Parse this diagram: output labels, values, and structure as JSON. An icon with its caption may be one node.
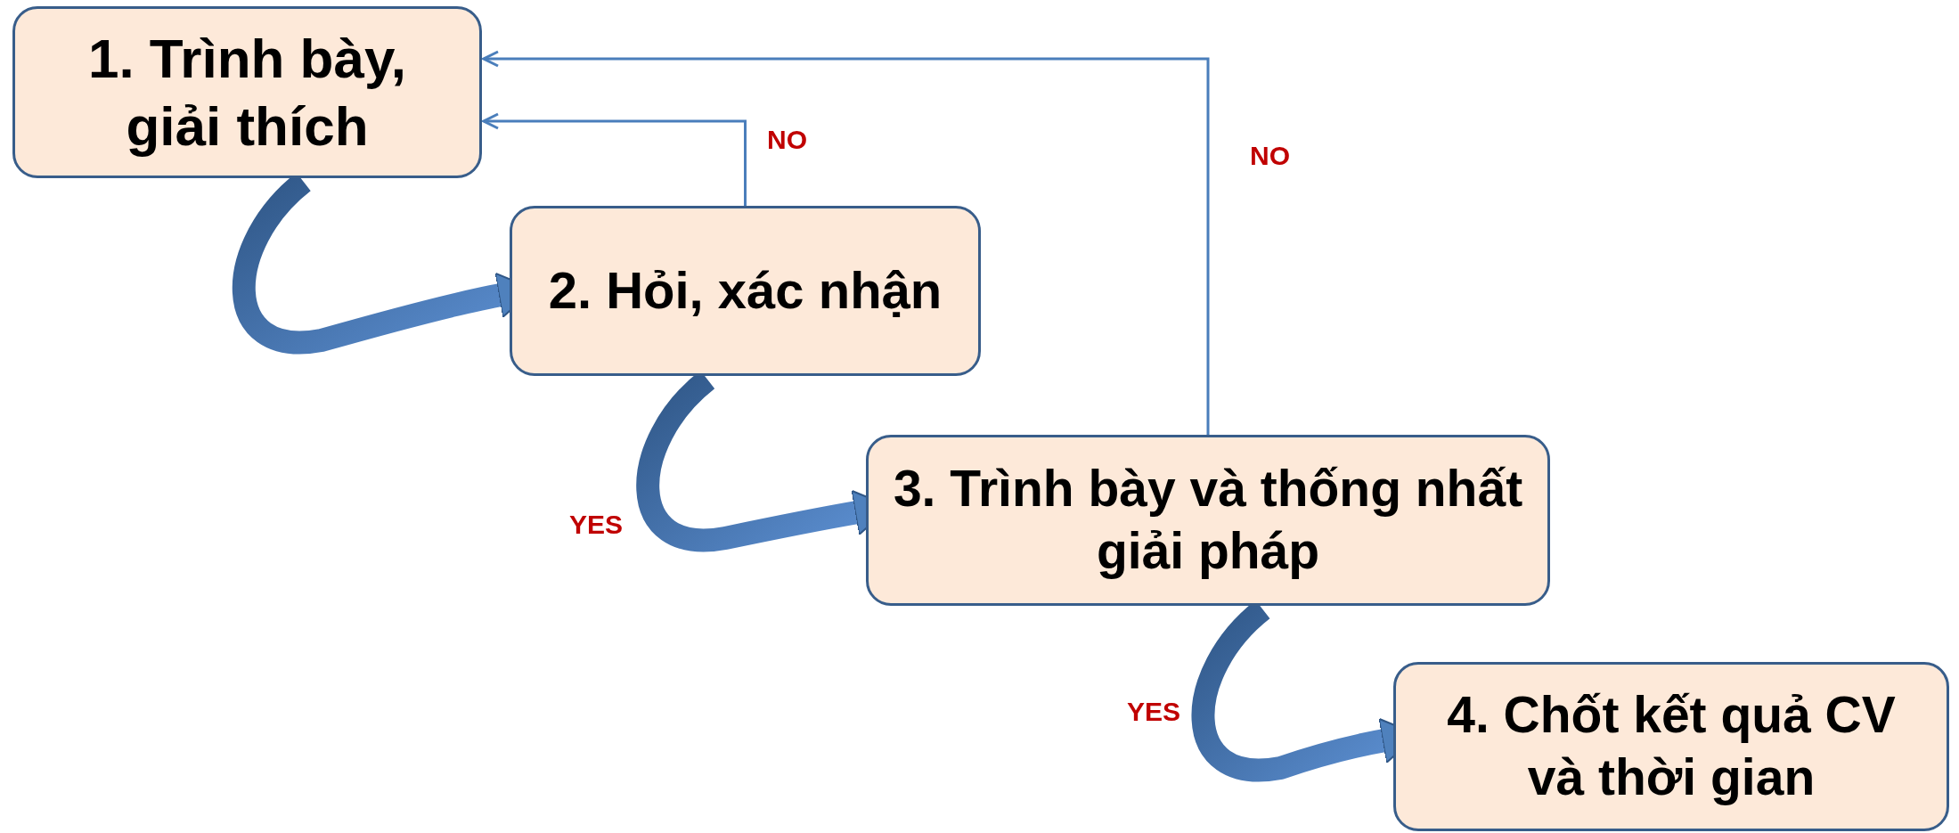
{
  "diagram": {
    "nodes": [
      {
        "text": [
          "1. Trình bày, giải thích"
        ]
      },
      {
        "text": [
          "2. Hỏi, xác nhận"
        ]
      },
      {
        "text": [
          "3. Trình bày và thống nhất giải pháp"
        ]
      },
      {
        "text": [
          "4. Chốt kết quả CV và thời gian"
        ]
      }
    ],
    "edges": [
      {
        "from": 0,
        "to": 1,
        "arrow": "to",
        "style": "thick"
      },
      {
        "from": 1,
        "to": 2,
        "arrow": "to",
        "style": "thick",
        "label": "YES"
      },
      {
        "from": 2,
        "to": 3,
        "arrow": "to",
        "style": "thick",
        "label": "YES"
      },
      {
        "from": 1,
        "to": 0,
        "arrow": "to",
        "color": "#4a7ebb",
        "label": "NO"
      },
      {
        "from": 2,
        "to": 0,
        "arrow": "to",
        "color": "#4a7ebb",
        "label": "NO"
      }
    ]
  }
}
